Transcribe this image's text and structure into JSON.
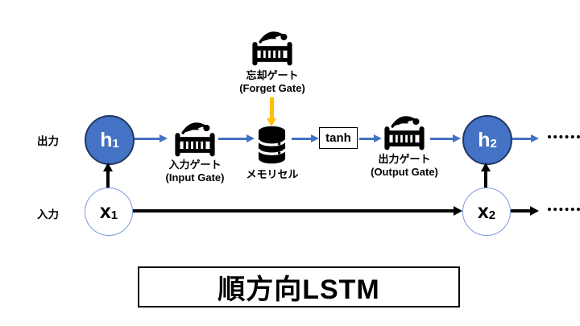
{
  "diagram_title": "順方向LSTM",
  "row_labels": {
    "output": "出力",
    "input": "入力"
  },
  "nodes": {
    "h1": {
      "base": "h",
      "sub": "1"
    },
    "h2": {
      "base": "h",
      "sub": "2"
    },
    "x1": {
      "base": "x",
      "sub": "1"
    },
    "x2": {
      "base": "x",
      "sub": "2"
    }
  },
  "gates": {
    "forget": {
      "jp": "忘却ゲート",
      "en": "(Forget Gate)",
      "icon": "crib-gate-icon"
    },
    "input": {
      "jp": "入力ゲート",
      "en": "(Input Gate)",
      "icon": "crib-gate-icon"
    },
    "output": {
      "jp": "出力ゲート",
      "en": "(Output Gate)",
      "icon": "crib-gate-icon"
    }
  },
  "memory_cell": {
    "label": "メモリセル",
    "icon": "database-icon"
  },
  "activation": {
    "label": "tanh"
  },
  "colors": {
    "node_fill_blue": "#4472C4",
    "node_border_dark": "#1F3864",
    "x_node_border": "#7B9BD8",
    "arrow_blue": "#4472C4",
    "arrow_orange": "#FFC000",
    "black": "#000000"
  }
}
